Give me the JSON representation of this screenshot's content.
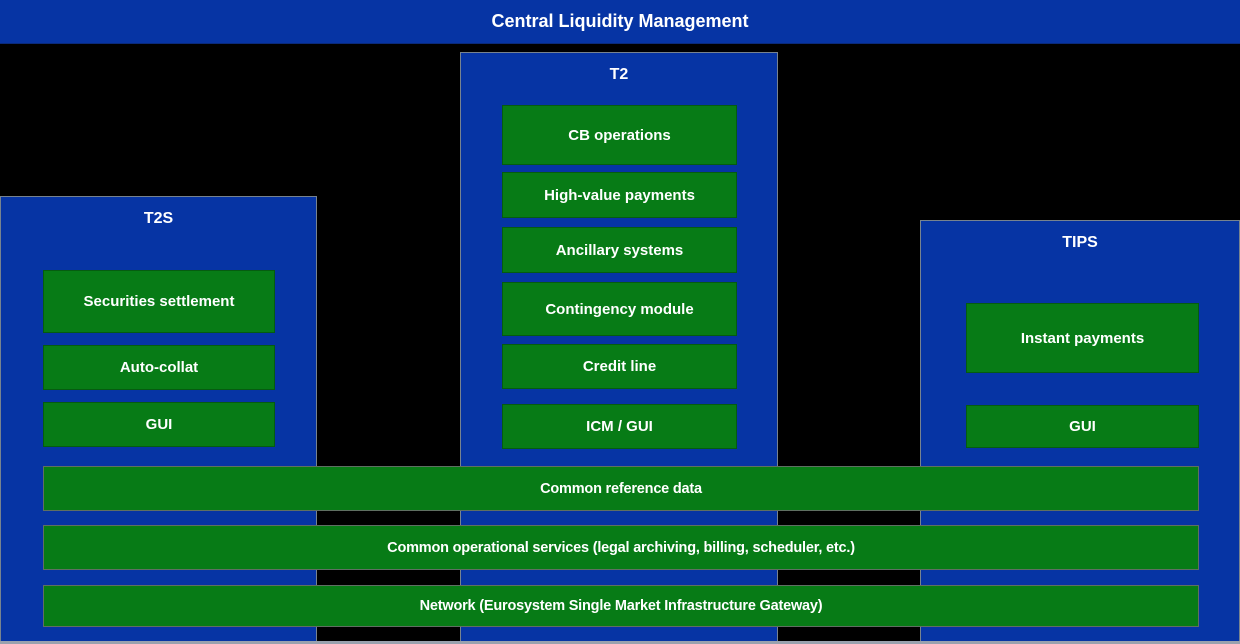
{
  "banner": {
    "title": "Central Liquidity Management"
  },
  "pillars": [
    {
      "id": "t2s",
      "title": "T2S",
      "boxes": [
        "Securities settlement",
        "Auto-collat",
        "GUI"
      ]
    },
    {
      "id": "t2",
      "title": "T2",
      "boxes": [
        "CB operations",
        "High-value payments",
        "Ancillary systems",
        "Contingency module",
        "Credit line",
        "ICM / GUI"
      ]
    },
    {
      "id": "tips",
      "title": "TIPS",
      "boxes": [
        "Instant payments",
        "GUI"
      ]
    }
  ],
  "shared_layers": [
    "Common reference data",
    "Common operational services (legal archiving, billing, scheduler, etc.)",
    "Network (Eurosystem Single Market Infrastructure Gateway)"
  ],
  "colors": {
    "background": "#000000",
    "pillar_blue": "#0634A4",
    "box_green": "#077B16",
    "text": "#FFFFFF",
    "pillar_border": "#77838F",
    "bottom_strip": "#99A1AE"
  }
}
